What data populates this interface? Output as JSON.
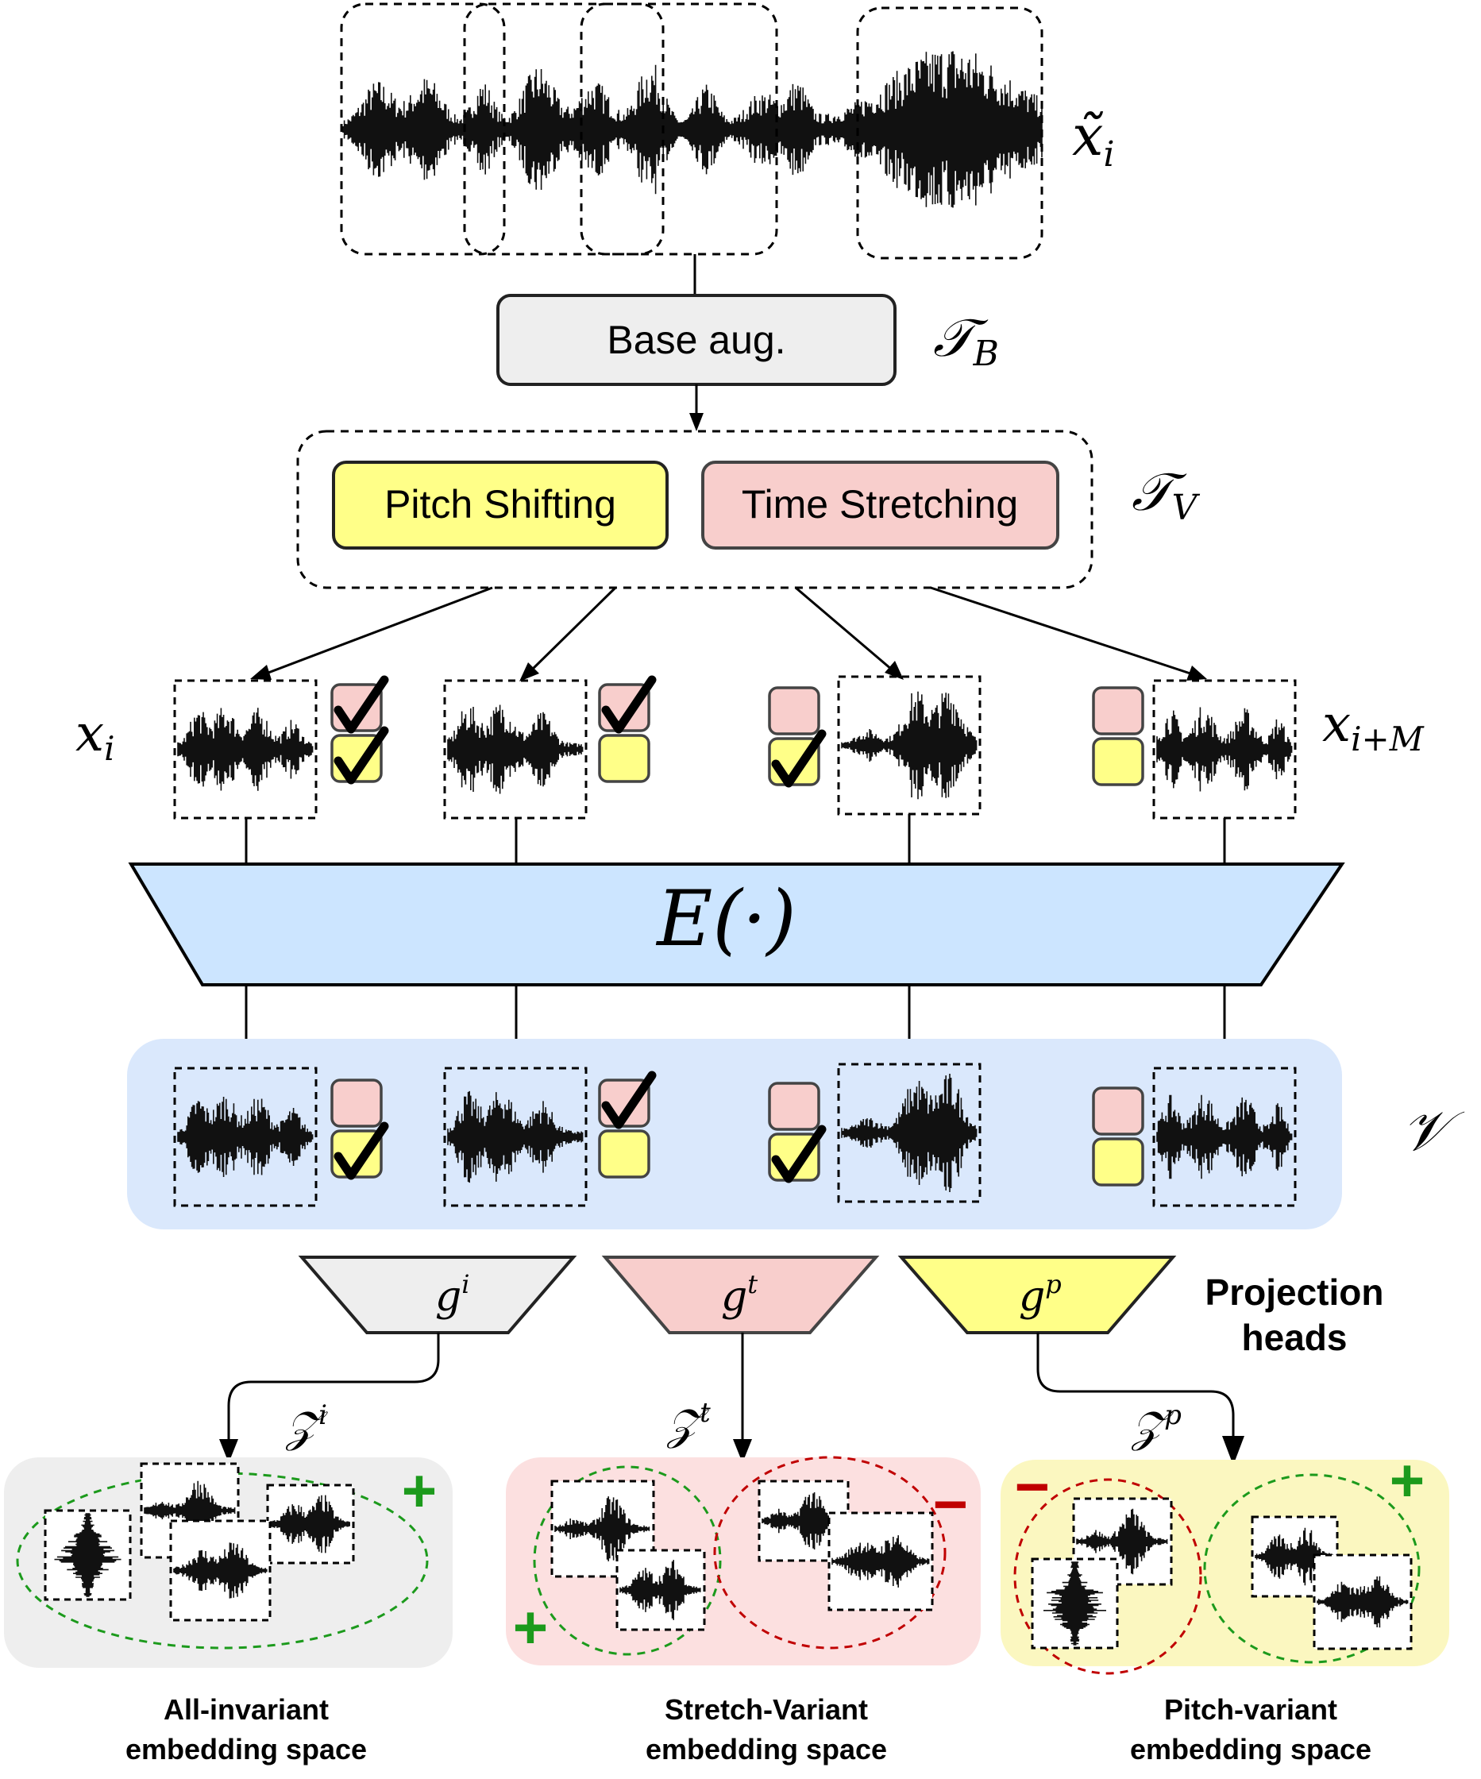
{
  "input_label": {
    "main": "x̃",
    "sub": "i"
  },
  "base_aug": {
    "box_label": "Base aug.",
    "op_main": "𝒯",
    "op_sub": "B"
  },
  "variant_aug": {
    "op_main": "𝒯",
    "op_sub": "V",
    "pitch_label": "Pitch Shifting",
    "time_label": "Time Stretching"
  },
  "views": [
    {
      "pink_checked": true,
      "yellow_checked": true
    },
    {
      "pink_checked": true,
      "yellow_checked": false
    },
    {
      "pink_checked": false,
      "yellow_checked": true
    },
    {
      "pink_checked": false,
      "yellow_checked": false
    }
  ],
  "view_labels": {
    "left_main": "x",
    "left_sub": "i",
    "right_main": "x",
    "right_sub": "i+M"
  },
  "encoder": {
    "label": "E(·)"
  },
  "representations": {
    "set_label": "𝒱",
    "checks": [
      {
        "pink_checked": false,
        "yellow_checked": true
      },
      {
        "pink_checked": true,
        "yellow_checked": false
      },
      {
        "pink_checked": false,
        "yellow_checked": true
      },
      {
        "pink_checked": false,
        "yellow_checked": false
      }
    ]
  },
  "projection_heads": {
    "title_line1": "Projection",
    "title_line2": "heads",
    "heads": [
      {
        "main": "g",
        "sup": "i"
      },
      {
        "main": "g",
        "sup": "t"
      },
      {
        "main": "g",
        "sup": "p"
      }
    ]
  },
  "embeddings": [
    {
      "main": "𝒵",
      "sup": "i"
    },
    {
      "main": "𝒵",
      "sup": "t"
    },
    {
      "main": "𝒵",
      "sup": "p"
    }
  ],
  "signs": {
    "plus": "+",
    "minus": "−"
  },
  "captions": [
    {
      "line1": "All-invariant",
      "line2": "embedding space"
    },
    {
      "line1": "Stretch-Variant",
      "line2": "embedding space"
    },
    {
      "line1": "Pitch-variant",
      "line2": "embedding space"
    }
  ],
  "colors": {
    "pitch": "#ffff88",
    "time": "#f8cecc",
    "encoder": "#cce5ff",
    "repr_bg": "#dae8fc",
    "invariant_bg": "#eeeeee",
    "stretch_bg": "#fce0e0",
    "pitch_bg": "#fbf7c0",
    "positive": "#1c9a1c",
    "negative": "#c00000"
  }
}
